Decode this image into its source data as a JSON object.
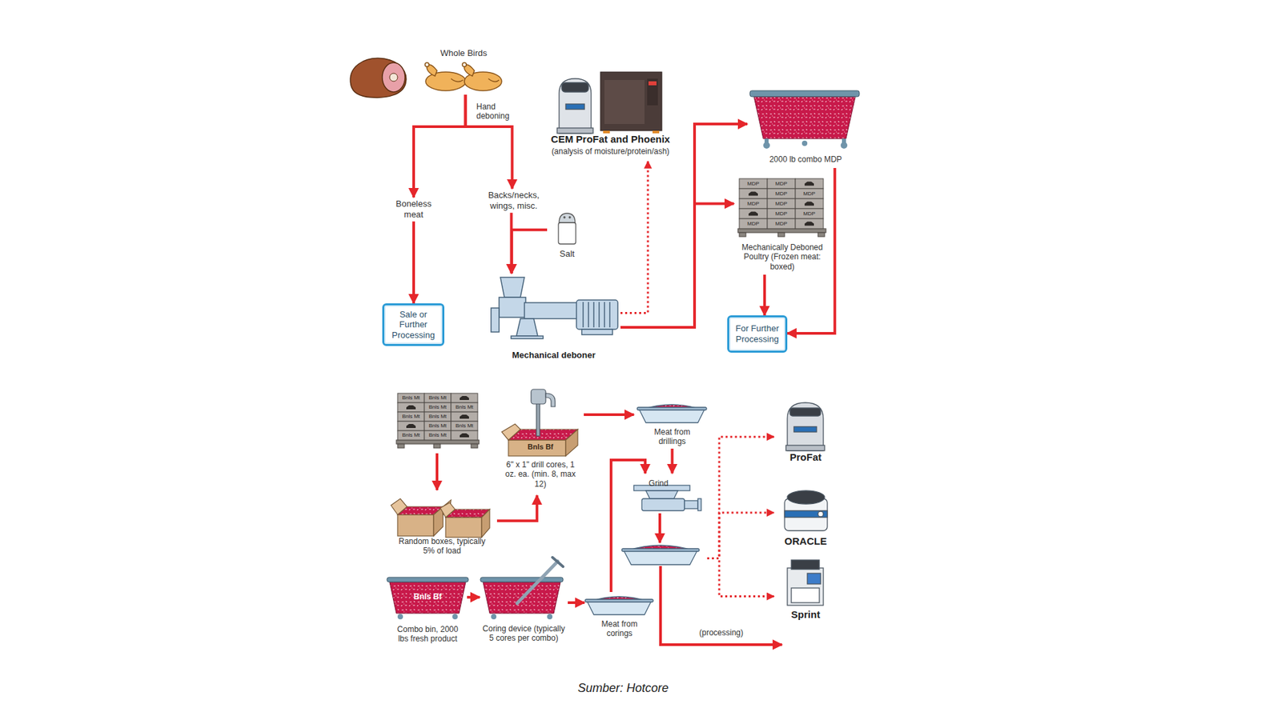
{
  "diagram": {
    "caption": "Sumber: Hotcore",
    "nodes": [
      {
        "text": [
          "Whole Birds"
        ]
      },
      {
        "text": [
          "Boneless meat"
        ]
      },
      {
        "text": [
          "Backs/necks, wings, misc."
        ]
      },
      {
        "text": [
          "Salt"
        ]
      },
      {
        "text": [
          "Sale or Further Processing"
        ]
      },
      {
        "text": [
          "Mechanical deboner"
        ]
      },
      {
        "text": [
          "CEM ProFat and Phoenix",
          "(analysis of moisture/protein/ash)"
        ]
      },
      {
        "text": [
          "2000 lb combo MDP"
        ]
      },
      {
        "text": [
          "MDP",
          "MDP",
          "MDP",
          "MDP",
          "MDP",
          "MDP",
          "MDP",
          "MDP",
          "MDP",
          "MDP",
          "Mechanically Deboned Poultry (Frozen meat: boxed)"
        ]
      },
      {
        "text": [
          "For Further Processing"
        ]
      },
      {
        "text": [
          "Bnls Mt",
          "Bnls Mt",
          "Bnls Mt",
          "Bnls Mt",
          "Bnls Mt",
          "Bnls Mt",
          "Bnls Mt",
          "Bnls Mt",
          "Bnls Mt",
          "Bnls Mt"
        ]
      },
      {
        "text": [
          "Bnls Bf",
          "6\" x 1\" drill cores, 1 oz. ea. (min. 8, max 12)"
        ]
      },
      {
        "text": [
          "Meat from drillings"
        ]
      },
      {
        "text": [
          "Grind"
        ]
      },
      {
        "text": [
          "ProFat"
        ]
      },
      {
        "text": [
          "Random boxes, typically 5% of load"
        ]
      },
      {
        "text": [
          "ORACLE"
        ]
      },
      {
        "text": [
          "Sprint"
        ]
      },
      {
        "text": [
          "Bnls Bf",
          "Combo bin, 2000 lbs fresh product"
        ]
      },
      {
        "text": [
          "Coring device (typically 5 cores per combo)"
        ]
      },
      {
        "text": [
          "Meat from corings"
        ]
      }
    ],
    "edges": [
      {
        "from": 0,
        "to": 1,
        "arrow": "to"
      },
      {
        "from": 0,
        "to": 2,
        "arrow": "to"
      },
      {
        "from": 1,
        "to": 4,
        "arrow": "to"
      },
      {
        "from": 2,
        "to": 5,
        "arrow": "to"
      },
      {
        "from": 3,
        "to": 5,
        "arrow": "to"
      },
      {
        "from": 5,
        "to": 6,
        "arrow": "to"
      },
      {
        "from": 5,
        "to": 7,
        "arrow": "to"
      },
      {
        "from": 5,
        "to": 8,
        "arrow": "to"
      },
      {
        "from": 8,
        "to": 9,
        "arrow": "to"
      },
      {
        "from": 7,
        "to": 9,
        "arrow": "to"
      },
      {
        "from": 10,
        "to": 15,
        "arrow": "to"
      },
      {
        "from": 15,
        "to": 11,
        "arrow": "to"
      },
      {
        "from": 11,
        "to": 12,
        "arrow": "to"
      },
      {
        "from": 12,
        "to": 13,
        "arrow": "to"
      },
      {
        "from": 20,
        "to": 13,
        "arrow": "to"
      },
      {
        "from": 13,
        "to": 14,
        "arrow": "to"
      },
      {
        "from": 13,
        "to": 16,
        "arrow": "to"
      },
      {
        "from": 13,
        "to": 17,
        "arrow": "to"
      },
      {
        "from": 18,
        "to": 19,
        "arrow": "to"
      },
      {
        "from": 19,
        "to": 20,
        "arrow": "to"
      }
    ],
    "labels": [
      "Hand deboning",
      "(processing)"
    ]
  }
}
